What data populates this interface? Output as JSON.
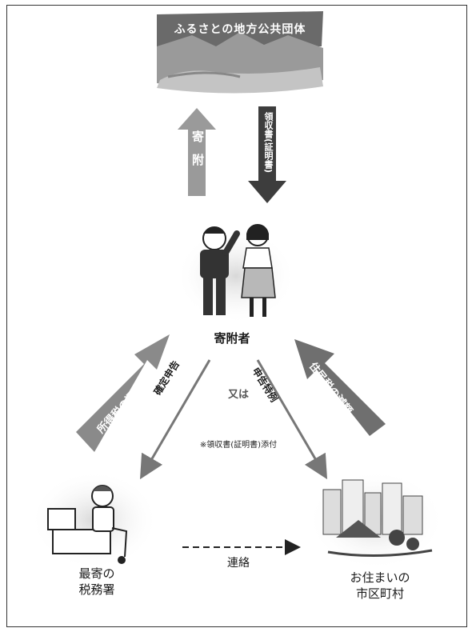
{
  "banner": {
    "title": "ふるさとの地方公共団体"
  },
  "arrows": {
    "donation": "寄附",
    "receipt": "領収書(証明書)",
    "final_return": "確定申告",
    "special_procedure": "申告特例",
    "tax_deduction": "所得税の還付",
    "resident_tax": "住民税の減額"
  },
  "donor": {
    "label": "寄附者"
  },
  "or_label": "又は",
  "note": "※領収書(証明書)添付",
  "contact": "連絡",
  "tax_office": {
    "line1": "最寄の",
    "line2": "税務署"
  },
  "municipality": {
    "line1": "お住まいの",
    "line2": "市区町村"
  }
}
